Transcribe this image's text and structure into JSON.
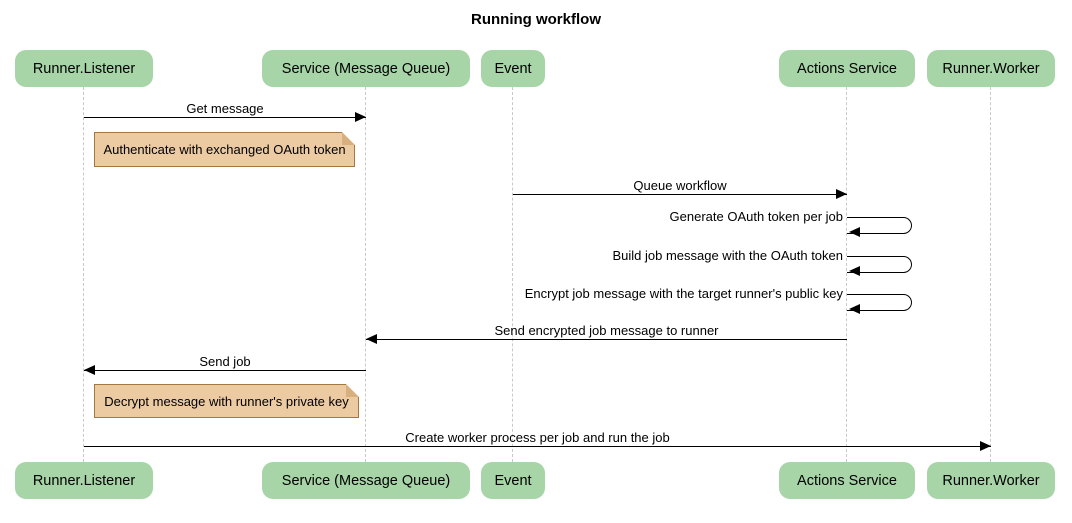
{
  "diagram": {
    "title": "Running workflow",
    "type": "sequence"
  },
  "actors": [
    {
      "label": "Runner.Listener"
    },
    {
      "label": "Service (Message Queue)"
    },
    {
      "label": "Event"
    },
    {
      "label": "Actions Service"
    },
    {
      "label": "Runner.Worker"
    }
  ],
  "messages": [
    {
      "label": "Get message",
      "from": "Runner.Listener",
      "to": "Service (Message Queue)",
      "direction": "right"
    },
    {
      "label": "Queue workflow",
      "from": "Event",
      "to": "Actions Service",
      "direction": "right"
    },
    {
      "label": "Generate OAuth token per job",
      "from": "Actions Service",
      "to": "Actions Service",
      "direction": "self"
    },
    {
      "label": "Build job message with the OAuth token",
      "from": "Actions Service",
      "to": "Actions Service",
      "direction": "self"
    },
    {
      "label": "Encrypt job message with the target runner's public key",
      "from": "Actions Service",
      "to": "Actions Service",
      "direction": "self"
    },
    {
      "label": "Send encrypted job message to runner",
      "from": "Actions Service",
      "to": "Service (Message Queue)",
      "direction": "left"
    },
    {
      "label": "Send job",
      "from": "Service (Message Queue)",
      "to": "Runner.Listener",
      "direction": "left"
    },
    {
      "label": "Create worker process per job and run the job",
      "from": "Runner.Listener",
      "to": "Runner.Worker",
      "direction": "right"
    }
  ],
  "notes": [
    {
      "text": "Authenticate with exchanged OAuth token",
      "over": "Runner.Listener"
    },
    {
      "text": "Decrypt message with runner's private key",
      "over": "Runner.Listener"
    }
  ],
  "colors": {
    "background": "#ffffff",
    "actor_fill": "#a7d5a7",
    "note_fill": "#eccaa2",
    "note_border": "#a2783e",
    "lifeline": "#c9c9c9",
    "arrow": "#000000"
  }
}
